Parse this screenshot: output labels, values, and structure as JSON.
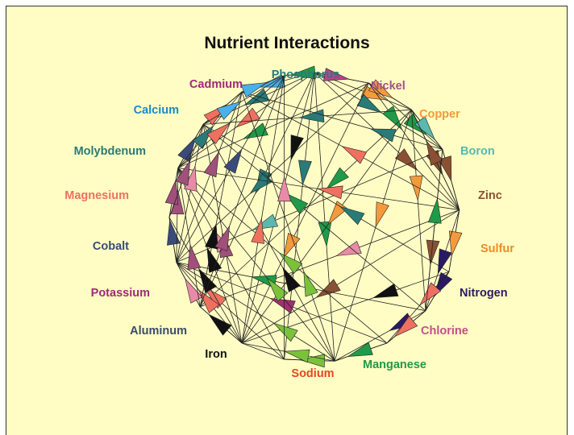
{
  "title": "Nutrient Interactions",
  "nodes": [
    {
      "name": "Phosphorus",
      "color": "#2a7a78"
    },
    {
      "name": "Nickel",
      "color": "#a0508a"
    },
    {
      "name": "Copper",
      "color": "#f39a3c"
    },
    {
      "name": "Boron",
      "color": "#5ab8ae"
    },
    {
      "name": "Zinc",
      "color": "#8a5034"
    },
    {
      "name": "Sulfur",
      "color": "#f08a28"
    },
    {
      "name": "Nitrogen",
      "color": "#2a1a66"
    },
    {
      "name": "Chlorine",
      "color": "#c0508a"
    },
    {
      "name": "Manganese",
      "color": "#1f9a48"
    },
    {
      "name": "Sodium",
      "color": "#e24a20"
    },
    {
      "name": "Iron",
      "color": "#111111"
    },
    {
      "name": "Aluminum",
      "color": "#3a4a6a"
    },
    {
      "name": "Potassium",
      "color": "#a0287a"
    },
    {
      "name": "Cobalt",
      "color": "#3a4a7a"
    },
    {
      "name": "Magnesium",
      "color": "#f07060"
    },
    {
      "name": "Molybdenum",
      "color": "#2a7a78"
    },
    {
      "name": "Calcium",
      "color": "#1a88d0"
    },
    {
      "name": "Cadmium",
      "color": "#a0287a"
    }
  ],
  "interactions": [
    {
      "from": "Phosphorus",
      "to": "Iron",
      "color": "#111111"
    },
    {
      "from": "Phosphorus",
      "to": "Zinc",
      "color": "#8a5034"
    },
    {
      "from": "Phosphorus",
      "to": "Copper",
      "color": "#f39a3c"
    },
    {
      "from": "Phosphorus",
      "to": "Calcium",
      "color": "#4ab0e8"
    },
    {
      "from": "Phosphorus",
      "to": "Manganese",
      "color": "#1f9a48"
    },
    {
      "from": "Phosphorus",
      "to": "Molybdenum",
      "color": "#2a7a78"
    },
    {
      "from": "Phosphorus",
      "to": "Magnesium",
      "color": "#f07060"
    },
    {
      "from": "Phosphorus",
      "to": "Aluminum",
      "color": "#2a7a78"
    },
    {
      "from": "Phosphorus",
      "to": "Boron",
      "color": "#2a7a78"
    },
    {
      "from": "Phosphorus",
      "to": "Nickel",
      "color": "#c04090"
    },
    {
      "from": "Phosphorus",
      "to": "Cadmium",
      "color": "#1f9a48"
    },
    {
      "from": "Phosphorus",
      "to": "Sodium",
      "color": "#2a7a78"
    },
    {
      "from": "Nickel",
      "to": "Copper",
      "color": "#f39a3c"
    },
    {
      "from": "Nickel",
      "to": "Zinc",
      "color": "#1f9a48"
    },
    {
      "from": "Nickel",
      "to": "Boron",
      "color": "#1f9a48"
    },
    {
      "from": "Nickel",
      "to": "Iron",
      "color": "#f39a3c"
    },
    {
      "from": "Nickel",
      "to": "Magnesium",
      "color": "#1f9a48"
    },
    {
      "from": "Nickel",
      "to": "Potassium",
      "color": "#2a7a78"
    },
    {
      "from": "Copper",
      "to": "Zinc",
      "color": "#8a5034"
    },
    {
      "from": "Copper",
      "to": "Boron",
      "color": "#5ab8ae"
    },
    {
      "from": "Copper",
      "to": "Molybdenum",
      "color": "#2a7a78"
    },
    {
      "from": "Copper",
      "to": "Iron",
      "color": "#f39a3c"
    },
    {
      "from": "Copper",
      "to": "Manganese",
      "color": "#f39a3c"
    },
    {
      "from": "Copper",
      "to": "Nitrogen",
      "color": "#f39a3c"
    },
    {
      "from": "Copper",
      "to": "Aluminum",
      "color": "#1f9a48"
    },
    {
      "from": "Boron",
      "to": "Zinc",
      "color": "#8a5034"
    },
    {
      "from": "Boron",
      "to": "Calcium",
      "color": "#2a7a78"
    },
    {
      "from": "Boron",
      "to": "Potassium",
      "color": "#5ab8ae"
    },
    {
      "from": "Boron",
      "to": "Nitrogen",
      "color": "#8a5034"
    },
    {
      "from": "Zinc",
      "to": "Iron",
      "color": "#8a5034"
    },
    {
      "from": "Zinc",
      "to": "Copper",
      "color": "#8a5034"
    },
    {
      "from": "Zinc",
      "to": "Sulfur",
      "color": "#f39a3c"
    },
    {
      "from": "Zinc",
      "to": "Nitrogen",
      "color": "#2a1a66"
    },
    {
      "from": "Zinc",
      "to": "Calcium",
      "color": "#f07060"
    },
    {
      "from": "Zinc",
      "to": "Magnesium",
      "color": "#f07060"
    },
    {
      "from": "Zinc",
      "to": "Aluminum",
      "color": "#e88aa8"
    },
    {
      "from": "Sulfur",
      "to": "Molybdenum",
      "color": "#2a7a78"
    },
    {
      "from": "Sulfur",
      "to": "Nitrogen",
      "color": "#2a1a66"
    },
    {
      "from": "Sulfur",
      "to": "Chlorine",
      "color": "#f07060"
    },
    {
      "from": "Sulfur",
      "to": "Iron",
      "color": "#111111"
    },
    {
      "from": "Nitrogen",
      "to": "Manganese",
      "color": "#2a1a66"
    },
    {
      "from": "Nitrogen",
      "to": "Potassium",
      "color": "#1f9a48"
    },
    {
      "from": "Nitrogen",
      "to": "Boron",
      "color": "#1f9a48"
    },
    {
      "from": "Nitrogen",
      "to": "Molybdenum",
      "color": "#1f9a48"
    },
    {
      "from": "Nitrogen",
      "to": "Chlorine",
      "color": "#f07060"
    },
    {
      "from": "Chlorine",
      "to": "Manganese",
      "color": "#1f9a48"
    },
    {
      "from": "Chlorine",
      "to": "Potassium",
      "color": "#a03070"
    },
    {
      "from": "Chlorine",
      "to": "Magnesium",
      "color": "#7ac23a"
    },
    {
      "from": "Manganese",
      "to": "Sodium",
      "color": "#7ac23a"
    },
    {
      "from": "Manganese",
      "to": "Iron",
      "color": "#7ac23a"
    },
    {
      "from": "Manganese",
      "to": "Magnesium",
      "color": "#7ac23a"
    },
    {
      "from": "Manganese",
      "to": "Molybdenum",
      "color": "#111111"
    },
    {
      "from": "Manganese",
      "to": "Potassium",
      "color": "#7ac23a"
    },
    {
      "from": "Manganese",
      "to": "Calcium",
      "color": "#7ac23a"
    },
    {
      "from": "Sodium",
      "to": "Potassium",
      "color": "#f07060"
    },
    {
      "from": "Sodium",
      "to": "Magnesium",
      "color": "#e88aa8"
    },
    {
      "from": "Sodium",
      "to": "Cadmium",
      "color": "#e88aa8"
    },
    {
      "from": "Iron",
      "to": "Aluminum",
      "color": "#111111"
    },
    {
      "from": "Iron",
      "to": "Potassium",
      "color": "#f07060"
    },
    {
      "from": "Iron",
      "to": "Cobalt",
      "color": "#111111"
    },
    {
      "from": "Iron",
      "to": "Magnesium",
      "color": "#111111"
    },
    {
      "from": "Iron",
      "to": "Molybdenum",
      "color": "#a0507a"
    },
    {
      "from": "Iron",
      "to": "Cadmium",
      "color": "#f07060"
    },
    {
      "from": "Aluminum",
      "to": "Potassium",
      "color": "#e88aa8"
    },
    {
      "from": "Aluminum",
      "to": "Magnesium",
      "color": "#a0507a"
    },
    {
      "from": "Aluminum",
      "to": "Calcium",
      "color": "#111111"
    },
    {
      "from": "Aluminum",
      "to": "Cadmium",
      "color": "#a0507a"
    },
    {
      "from": "Potassium",
      "to": "Cobalt",
      "color": "#3a4a7a"
    },
    {
      "from": "Potassium",
      "to": "Magnesium",
      "color": "#a0507a"
    },
    {
      "from": "Potassium",
      "to": "Molybdenum",
      "color": "#e88aa8"
    },
    {
      "from": "Potassium",
      "to": "Calcium",
      "color": "#a0507a"
    },
    {
      "from": "Potassium",
      "to": "Cadmium",
      "color": "#3a4a7a"
    },
    {
      "from": "Cobalt",
      "to": "Magnesium",
      "color": "#a0507a"
    },
    {
      "from": "Cobalt",
      "to": "Molybdenum",
      "color": "#a0507a"
    },
    {
      "from": "Magnesium",
      "to": "Molybdenum",
      "color": "#3a4a7a"
    },
    {
      "from": "Magnesium",
      "to": "Calcium",
      "color": "#2a7a78"
    },
    {
      "from": "Magnesium",
      "to": "Cadmium",
      "color": "#f07060"
    },
    {
      "from": "Molybdenum",
      "to": "Calcium",
      "color": "#f07060"
    },
    {
      "from": "Molybdenum",
      "to": "Cadmium",
      "color": "#4ab0e8"
    },
    {
      "from": "Calcium",
      "to": "Cadmium",
      "color": "#4ab0e8"
    }
  ]
}
